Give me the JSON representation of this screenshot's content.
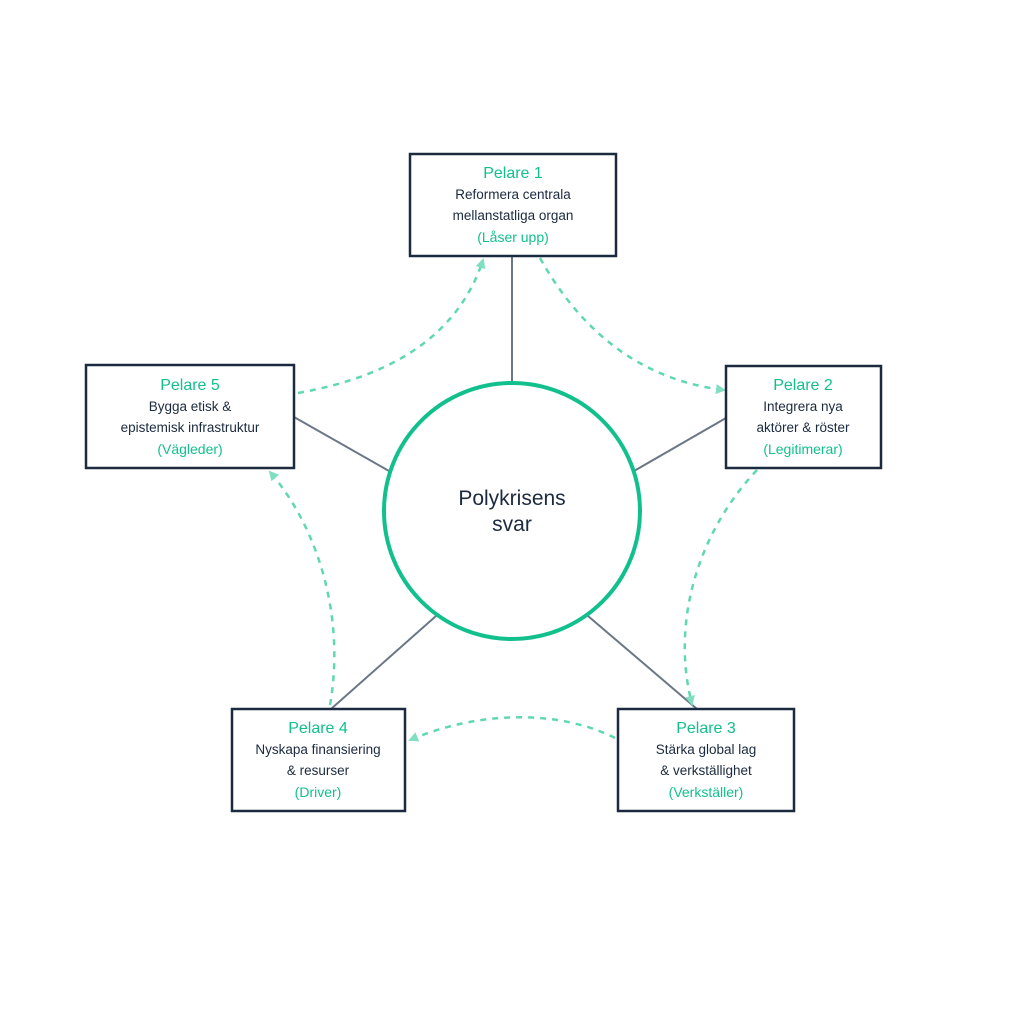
{
  "center": {
    "line1": "Polykrisens",
    "line2": "svar"
  },
  "pillars": [
    {
      "title": "Pelare 1",
      "desc1": "Reformera centrala",
      "desc2": "mellanstatliga organ",
      "role": "(Låser upp)"
    },
    {
      "title": "Pelare 2",
      "desc1": "Integrera nya",
      "desc2": "aktörer & röster",
      "role": "(Legitimerar)"
    },
    {
      "title": "Pelare 3",
      "desc1": "Stärka global lag",
      "desc2": "& verkställighet",
      "role": "(Verkställer)"
    },
    {
      "title": "Pelare 4",
      "desc1": "Nyskapa finansiering",
      "desc2": "& resurser",
      "role": "(Driver)"
    },
    {
      "title": "Pelare 5",
      "desc1": "Bygga etisk &",
      "desc2": "epistemisk infrastruktur",
      "role": "(Vägleder)"
    }
  ],
  "colors": {
    "accent": "#12c08e",
    "flow": "#5fd8b2",
    "border": "#1b2a3f",
    "spoke": "#6b7787"
  }
}
